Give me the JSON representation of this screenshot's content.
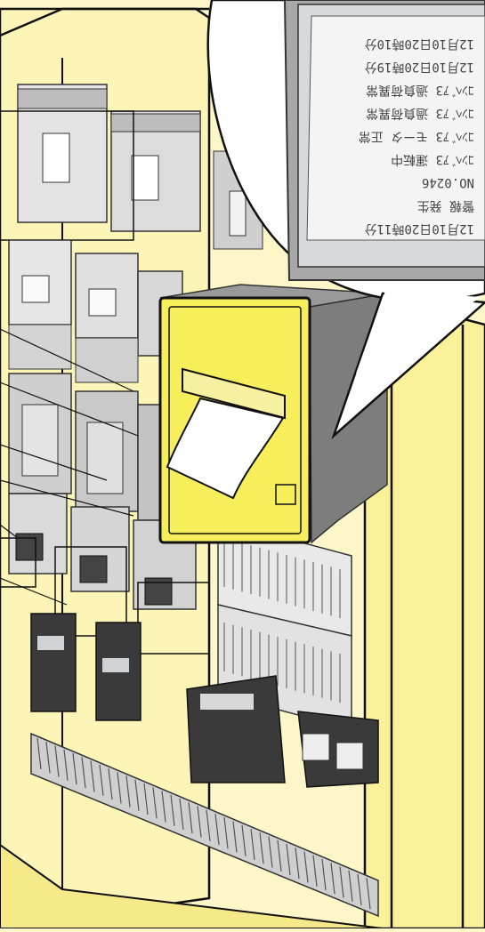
{
  "diagram": {
    "subject": "control-panel-with-built-in-printer",
    "colors": {
      "background": "#fdf6c8",
      "panel_face": "#fbf39b",
      "outline": "#111111",
      "printer_body": "#f6ee5a",
      "printer_shadow": "#7d7d7d",
      "paper": "#ffffff",
      "device_light": "#e9e9e9",
      "device_mid": "#bdbdbd",
      "device_dark": "#3c3c3c",
      "callout_fill": "#ffffff",
      "screen": "#dfe3e6"
    },
    "receipt_lines": [
      "12月10日20時10分",
      "12月10日20時19分",
      "ｺﾝﾍﾞｱ3 過負荷異常",
      "ｺﾝﾍﾞｱ3 過負荷異常",
      "ｺﾝﾍﾞｱ3 モータ 正常",
      "ｺﾝﾍﾞｱ3 運転中",
      "NO.0246",
      "警報 発生",
      "12月10日20時11分"
    ]
  }
}
